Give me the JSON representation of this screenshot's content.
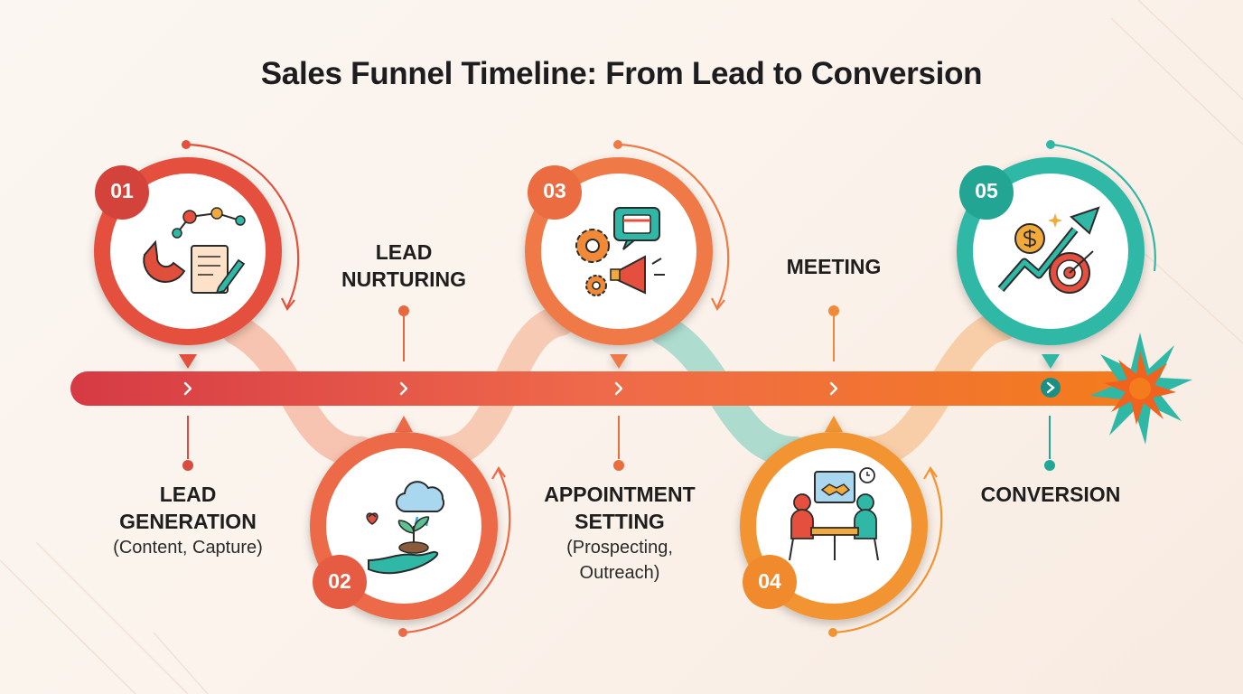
{
  "title": "Sales Funnel Timeline: From Lead to Conversion",
  "colors": {
    "stage1": "#e5503e",
    "stage2": "#ec6a47",
    "stage3": "#f07a46",
    "stage4": "#f39432",
    "stage5": "#2fb8a5",
    "bar_start": "#d63a45",
    "bar_end": "#f47c1c"
  },
  "stages": [
    {
      "number": "01",
      "name": "LEAD\nGENERATION",
      "desc": "(Content, Capture)",
      "icon": "magnet-network-document-icon"
    },
    {
      "number": "02",
      "name": "LEAD\nNURTURING",
      "desc": "",
      "icon": "hand-plant-cloud-icon"
    },
    {
      "number": "03",
      "name": "APPOINTMENT\nSETTING",
      "desc": "(Prospecting,\nOutreach)",
      "icon": "gears-calendar-megaphone-icon"
    },
    {
      "number": "04",
      "name": "MEETING",
      "desc": "",
      "icon": "meeting-handshake-icon"
    },
    {
      "number": "05",
      "name": "CONVERSION",
      "desc": "",
      "icon": "growth-target-dollar-icon"
    }
  ]
}
